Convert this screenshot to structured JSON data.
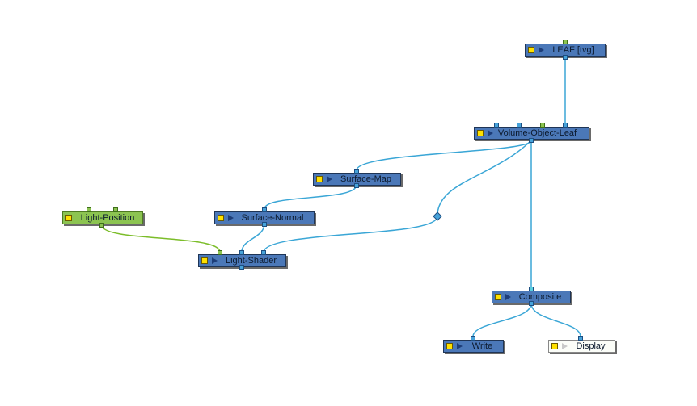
{
  "nodes": {
    "leaf": {
      "label": "LEAF  [tvg]"
    },
    "volume_object_leaf": {
      "label": "Volume-Object-Leaf"
    },
    "surface_map": {
      "label": "Surface-Map"
    },
    "surface_normal": {
      "label": "Surface-Normal"
    },
    "light_position": {
      "label": "Light-Position"
    },
    "light_shader": {
      "label": "Light-Shader"
    },
    "composite": {
      "label": "Composite"
    },
    "write": {
      "label": "Write"
    },
    "display": {
      "label": "Display"
    }
  },
  "colors": {
    "node_blue": "#4b78b8",
    "node_green": "#8cc451",
    "node_white": "#fbfdf8",
    "wire_blue": "#3aa6d6",
    "wire_green": "#7cbd2a",
    "enable_yellow": "#ffe100"
  }
}
